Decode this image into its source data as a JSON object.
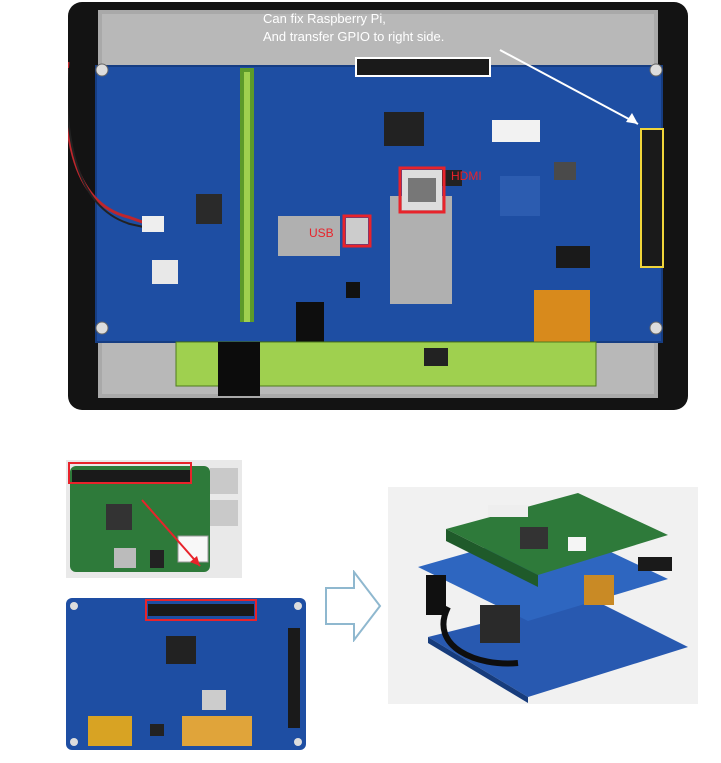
{
  "display": {
    "annotation_line1": "Can fix Raspberry Pi,",
    "annotation_line2": "And transfer GPIO to right side.",
    "hdmi_label": "HDMI",
    "usb_label": "USB"
  },
  "colors": {
    "pcb_blue": "#1e4ea3",
    "highlight_yellow": "#f0d53a",
    "highlight_red": "#e8232b",
    "bezel": "#111111",
    "arrow_outline": "#8fb8cf"
  }
}
